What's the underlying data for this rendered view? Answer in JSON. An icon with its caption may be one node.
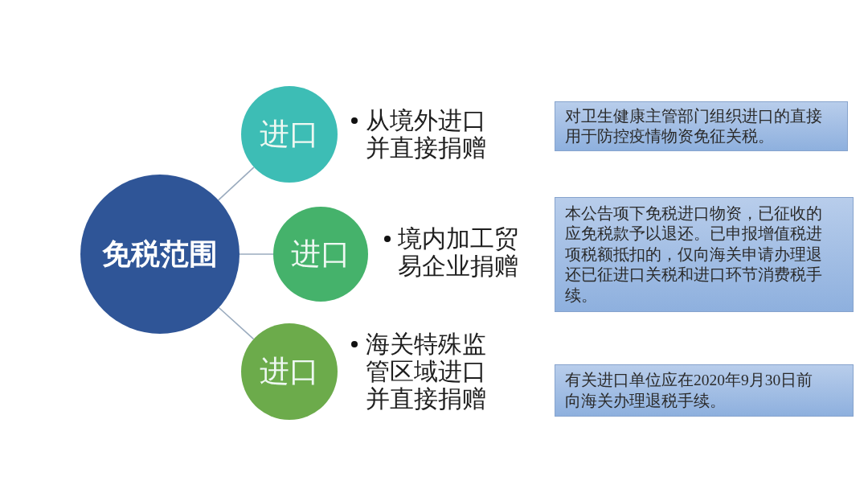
{
  "diagram": {
    "nodes": [
      {
        "text": [
          "免税范围"
        ]
      },
      {
        "text": [
          "进口"
        ],
        "beside": [
          "从境外进口并直接捐赠"
        ]
      },
      {
        "text": [
          "进口"
        ],
        "beside": [
          "境内加工贸易企业捐赠"
        ]
      },
      {
        "text": [
          "进口"
        ],
        "beside": [
          "海关特殊监管区域进口并直接捐赠"
        ]
      },
      {
        "text": [
          "对卫生健康主管部门组织进口的直接用于防控疫情物资免征关税。"
        ]
      },
      {
        "text": [
          "本公告项下免税进口物资，已征收的应免税款予以退还。已申报增值税进项税额抵扣的，仅向海关申请办理退还已征进口关税和进口环节消费税手续。"
        ]
      },
      {
        "text": [
          "有关进口单位应在2020年9月30日前向海关办理退税手续。"
        ]
      }
    ],
    "edges": [
      {
        "from": 0,
        "to": 1,
        "arrow": "none"
      },
      {
        "from": 0,
        "to": 2,
        "arrow": "none"
      },
      {
        "from": 0,
        "to": 3,
        "arrow": "none"
      }
    ]
  }
}
